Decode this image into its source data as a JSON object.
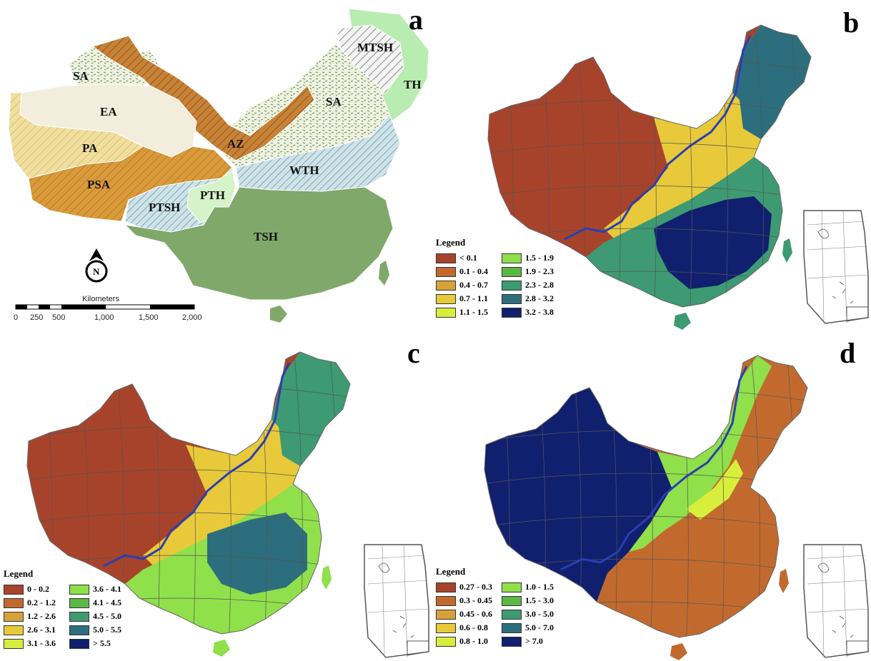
{
  "panels": {
    "a": {
      "letter": "a",
      "regions": [
        {
          "code": "SA",
          "id": "sa-west"
        },
        {
          "code": "EA",
          "id": "ea"
        },
        {
          "code": "PA",
          "id": "pa"
        },
        {
          "code": "PSA",
          "id": "psa"
        },
        {
          "code": "AZ",
          "id": "az"
        },
        {
          "code": "SA",
          "id": "sa-east"
        },
        {
          "code": "MTSH",
          "id": "mtsh"
        },
        {
          "code": "TH",
          "id": "th"
        },
        {
          "code": "WTH",
          "id": "wth"
        },
        {
          "code": "PTSH",
          "id": "ptsh"
        },
        {
          "code": "PTH",
          "id": "pth"
        },
        {
          "code": "TSH",
          "id": "tsh"
        }
      ],
      "scale_bar": {
        "unit": "Kilometers",
        "ticks": [
          "0",
          "250",
          "500",
          "1,000",
          "1,500",
          "2,000"
        ]
      },
      "north_arrow": "N"
    },
    "b": {
      "letter": "b",
      "legend_title": "Legend",
      "classes": [
        {
          "label": "< 0.1",
          "color": "#a8432b"
        },
        {
          "label": "0.1 - 0.4",
          "color": "#c26a2e"
        },
        {
          "label": "0.4 - 0.7",
          "color": "#d9a13a"
        },
        {
          "label": "0.7 - 1.1",
          "color": "#e8c93a"
        },
        {
          "label": "1.1 - 1.5",
          "color": "#d7ee3c"
        },
        {
          "label": "1.5 - 1.9",
          "color": "#8fe04a"
        },
        {
          "label": "1.9 - 2.3",
          "color": "#5cb845"
        },
        {
          "label": "2.3 - 2.8",
          "color": "#3d9a72"
        },
        {
          "label": "2.8 - 3.2",
          "color": "#2d6e7e"
        },
        {
          "label": "3.2 - 3.8",
          "color": "#10206e"
        }
      ]
    },
    "c": {
      "letter": "c",
      "legend_title": "Legend",
      "classes": [
        {
          "label": "0 - 0.2",
          "color": "#a8432b"
        },
        {
          "label": "0.2 - 1.2",
          "color": "#c26a2e"
        },
        {
          "label": "1.2 - 2.6",
          "color": "#d9a13a"
        },
        {
          "label": "2.6 - 3.1",
          "color": "#e8c93a"
        },
        {
          "label": "3.1 - 3.6",
          "color": "#d7ee3c"
        },
        {
          "label": "3.6 - 4.1",
          "color": "#8fe04a"
        },
        {
          "label": "4.1 - 4.5",
          "color": "#5cb845"
        },
        {
          "label": "4.5 - 5.0",
          "color": "#3d9a72"
        },
        {
          "label": "5.0 - 5.5",
          "color": "#2d6e7e"
        },
        {
          "label": "> 5.5",
          "color": "#10206e"
        }
      ]
    },
    "d": {
      "letter": "d",
      "legend_title": "Legend",
      "classes": [
        {
          "label": "0.27 - 0.3",
          "color": "#a8432b"
        },
        {
          "label": "0.3 - 0.45",
          "color": "#c26a2e"
        },
        {
          "label": "0.45 - 0.6",
          "color": "#d9a13a"
        },
        {
          "label": "0.6 - 0.8",
          "color": "#e8c93a"
        },
        {
          "label": "0.8 - 1.0",
          "color": "#d7ee3c"
        },
        {
          "label": "1.0 - 1.5",
          "color": "#8fe04a"
        },
        {
          "label": "1.5 - 3.0",
          "color": "#5cb845"
        },
        {
          "label": "3.0 - 5.0",
          "color": "#3d9a72"
        },
        {
          "label": "5.0 - 7.0",
          "color": "#2d6e7e"
        },
        {
          "label": "> 7.0",
          "color": "#10206e"
        }
      ]
    }
  },
  "colors": {
    "boundary_line": "#2a3fb0",
    "graticule": "#555555"
  }
}
